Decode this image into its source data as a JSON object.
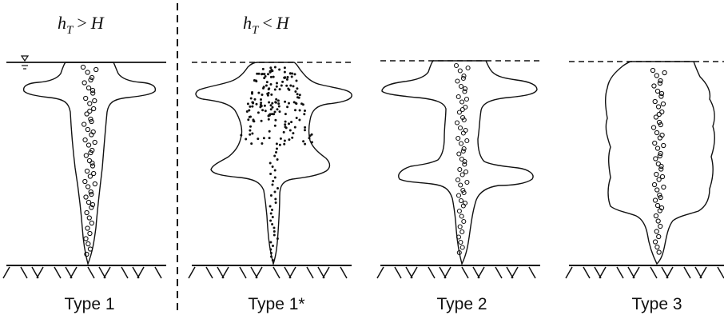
{
  "conditions": {
    "left": {
      "h": "h",
      "sub": "T",
      "rel": ">",
      "H": "H"
    },
    "right": {
      "h": "h",
      "sub": "T",
      "rel": "<",
      "H": "H"
    }
  },
  "panels": [
    {
      "label": "Type 1",
      "bubble_style": "circles"
    },
    {
      "label": "Type 1*",
      "bubble_style": "dots"
    },
    {
      "label": "Type 2",
      "bubble_style": "circles"
    },
    {
      "label": "Type 3",
      "bubble_style": "circles"
    }
  ],
  "colors": {
    "ink": "#111111",
    "background": "#ffffff"
  }
}
